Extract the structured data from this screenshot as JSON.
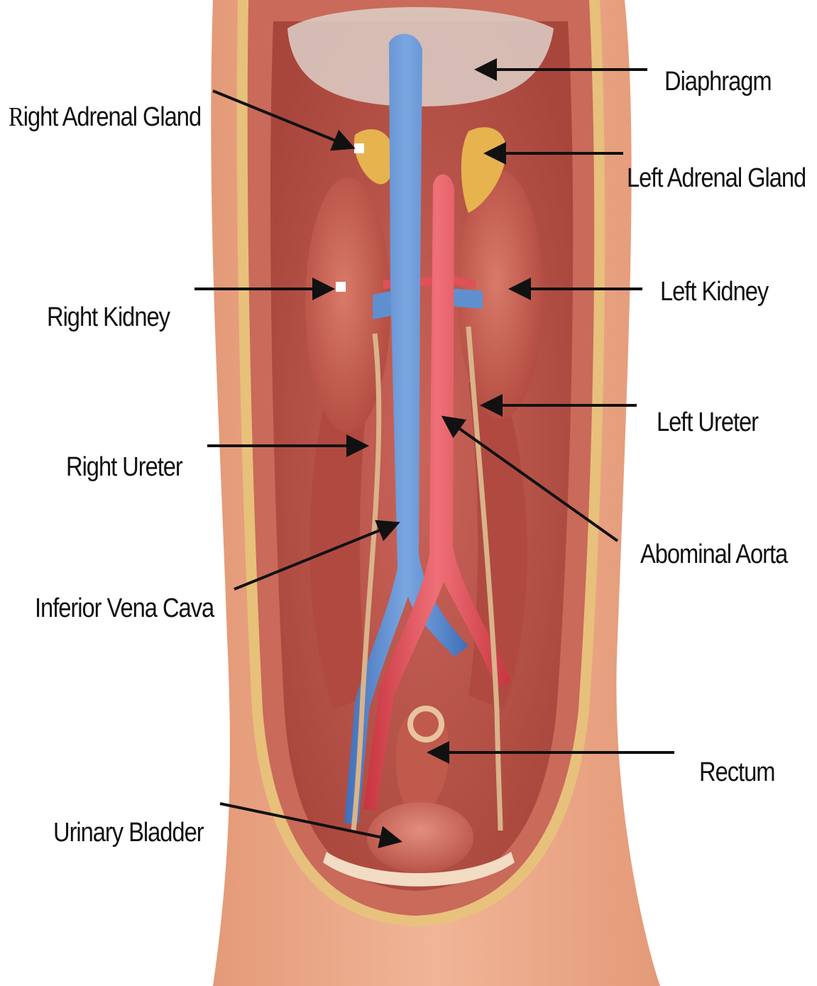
{
  "labels": {
    "diaphragm": "Diaphragm",
    "right_adrenal_gland": "Right Adrenal Gland",
    "left_adrenal_gland": "Left Adrenal Gland",
    "right_kidney": "Right Kidney",
    "left_kidney": "Left Kidney",
    "left_ureter": "Left Ureter",
    "right_ureter": "Right Ureter",
    "abdominal_aorta": "Abominal Aorta",
    "inferior_vena_cava": "Inferior Vena Cava",
    "rectum": "Rectum",
    "urinary_bladder": "Urinary Bladder"
  },
  "colors": {
    "skin": "#e9a888",
    "muscle": "#b94e42",
    "kidney": "#c25a4d",
    "vein": "#5f8fcf",
    "artery": "#e0505a",
    "adrenal": "#e6b34f",
    "arrow": "#111111",
    "nerve": "#e7c37a"
  }
}
